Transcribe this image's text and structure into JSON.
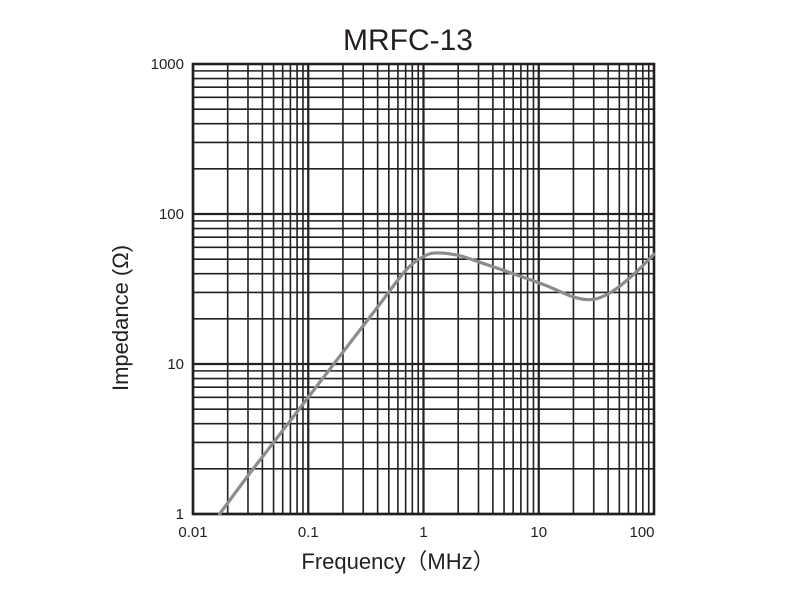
{
  "chart_data": {
    "type": "line",
    "title": "MRFC-13",
    "xlabel": "Frequency（MHz）",
    "ylabel": "Impedance (Ω)",
    "x_scale": "log",
    "y_scale": "log",
    "xlim": [
      0.01,
      100
    ],
    "ylim": [
      1,
      1000
    ],
    "x_ticks": [
      {
        "value": 0.01,
        "label": "0.01"
      },
      {
        "value": 0.1,
        "label": "0.1"
      },
      {
        "value": 1,
        "label": "1"
      },
      {
        "value": 10,
        "label": "10"
      },
      {
        "value": 100,
        "label": "100"
      }
    ],
    "y_ticks": [
      {
        "value": 1,
        "label": "1"
      },
      {
        "value": 10,
        "label": "10"
      },
      {
        "value": 100,
        "label": "100"
      },
      {
        "value": 1000,
        "label": "1000"
      }
    ],
    "grid": true,
    "legend": "none",
    "series": [
      {
        "color": "#8c8c8c",
        "x": [
          0.017,
          0.03,
          0.05,
          0.1,
          0.2,
          0.4,
          0.7,
          1.0,
          1.3,
          2.0,
          3.0,
          5.0,
          8.0,
          12.0,
          20.0,
          30.0,
          45.0,
          70.0,
          100.0
        ],
        "y": [
          1.0,
          1.8,
          3.0,
          6.0,
          12.0,
          24.0,
          42.0,
          52.0,
          55.0,
          53.0,
          48.0,
          42.0,
          37.0,
          33.0,
          28.0,
          27.0,
          31.0,
          41.0,
          54.0
        ]
      }
    ]
  }
}
